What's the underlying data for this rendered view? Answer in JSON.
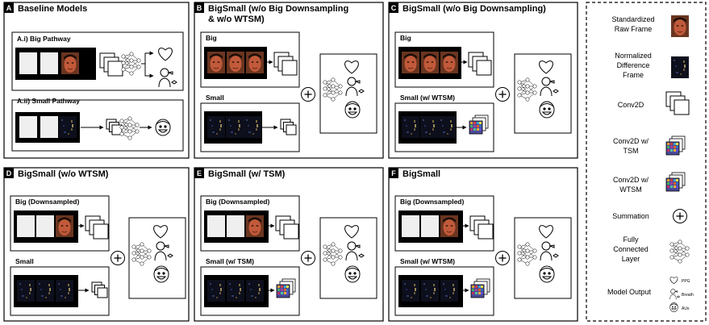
{
  "panels": {
    "a": {
      "letter": "A",
      "title": "Baseline Models",
      "sub1": "A.i) Big Pathway",
      "sub2": "A.ii) Small Pathway"
    },
    "b": {
      "letter": "B",
      "title1": "BigSmall (w/o Big Downsampling",
      "title2": "& w/o WTSM)",
      "big": "Big",
      "small": "Small"
    },
    "c": {
      "letter": "C",
      "title": "BigSmall (w/o Big Downsampling)",
      "big": "Big",
      "small": "Small (w/ WTSM)"
    },
    "d": {
      "letter": "D",
      "title": "BigSmall (w/o WTSM)",
      "big": "Big (Downsampled)",
      "small": "Small"
    },
    "e": {
      "letter": "E",
      "title": "BigSmall (w/ TSM)",
      "big": "Big (Downsampled)",
      "small": "Small (w/ TSM)"
    },
    "f": {
      "letter": "F",
      "title": "BigSmall",
      "big": "Big (Downsampled)",
      "small": "Small (w/ WTSM)"
    }
  },
  "legend": {
    "raw1": "Standardized",
    "raw2": "Raw Frame",
    "diff1": "Normalized",
    "diff2": "Difference",
    "diff3": "Frame",
    "conv": "Conv2D",
    "tsm1": "Conv2D w/",
    "tsm2": "TSM",
    "wtsm1": "Conv2D w/",
    "wtsm2": "WTSM",
    "sum": "Summation",
    "fc1": "Fully",
    "fc2": "Connected",
    "fc3": "Layer",
    "out": "Model Output",
    "ppg": "PPG",
    "breath": "Breath",
    "aus": "AUs"
  }
}
